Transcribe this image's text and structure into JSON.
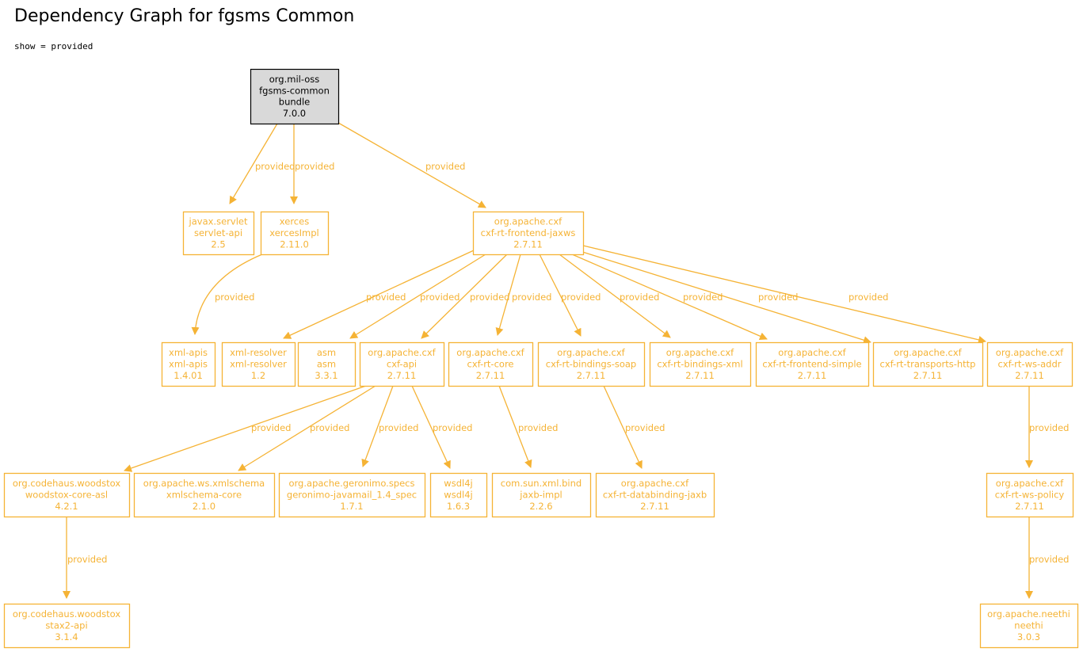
{
  "page": {
    "title": "Dependency Graph for fgsms Common",
    "scope_line": "show = provided"
  },
  "colors": {
    "dependency": "#f5b335",
    "root_fill": "#d9d9d9",
    "root_border": "#000000",
    "root_text": "#000000"
  },
  "graph": {
    "root": "root",
    "nodes": [
      {
        "id": "root",
        "group": "org.mil-oss",
        "artifact": "fgsms-common",
        "type": "bundle",
        "version": "7.0.0"
      },
      {
        "id": "servlet",
        "group": "javax.servlet",
        "artifact": "servlet-api",
        "version": "2.5"
      },
      {
        "id": "xerces",
        "group": "xerces",
        "artifact": "xercesImpl",
        "version": "2.11.0"
      },
      {
        "id": "jaxws",
        "group": "org.apache.cxf",
        "artifact": "cxf-rt-frontend-jaxws",
        "version": "2.7.11"
      },
      {
        "id": "xmlapis",
        "group": "xml-apis",
        "artifact": "xml-apis",
        "version": "1.4.01"
      },
      {
        "id": "xmlresolver",
        "group": "xml-resolver",
        "artifact": "xml-resolver",
        "version": "1.2"
      },
      {
        "id": "asm",
        "group": "asm",
        "artifact": "asm",
        "version": "3.3.1"
      },
      {
        "id": "cxfapi",
        "group": "org.apache.cxf",
        "artifact": "cxf-api",
        "version": "2.7.11"
      },
      {
        "id": "cxfcore",
        "group": "org.apache.cxf",
        "artifact": "cxf-rt-core",
        "version": "2.7.11"
      },
      {
        "id": "bsoap",
        "group": "org.apache.cxf",
        "artifact": "cxf-rt-bindings-soap",
        "version": "2.7.11"
      },
      {
        "id": "bxml",
        "group": "org.apache.cxf",
        "artifact": "cxf-rt-bindings-xml",
        "version": "2.7.11"
      },
      {
        "id": "fsimple",
        "group": "org.apache.cxf",
        "artifact": "cxf-rt-frontend-simple",
        "version": "2.7.11"
      },
      {
        "id": "thttp",
        "group": "org.apache.cxf",
        "artifact": "cxf-rt-transports-http",
        "version": "2.7.11"
      },
      {
        "id": "wsaddr",
        "group": "org.apache.cxf",
        "artifact": "cxf-rt-ws-addr",
        "version": "2.7.11"
      },
      {
        "id": "woodcore",
        "group": "org.codehaus.woodstox",
        "artifact": "woodstox-core-asl",
        "version": "4.2.1"
      },
      {
        "id": "xmlschema",
        "group": "org.apache.ws.xmlschema",
        "artifact": "xmlschema-core",
        "version": "2.1.0"
      },
      {
        "id": "geronimo",
        "group": "org.apache.geronimo.specs",
        "artifact": "geronimo-javamail_1.4_spec",
        "version": "1.7.1"
      },
      {
        "id": "wsdl4j",
        "group": "wsdl4j",
        "artifact": "wsdl4j",
        "version": "1.6.3"
      },
      {
        "id": "jaxbimpl",
        "group": "com.sun.xml.bind",
        "artifact": "jaxb-impl",
        "version": "2.2.6"
      },
      {
        "id": "dbjaxb",
        "group": "org.apache.cxf",
        "artifact": "cxf-rt-databinding-jaxb",
        "version": "2.7.11"
      },
      {
        "id": "wspolicy",
        "group": "org.apache.cxf",
        "artifact": "cxf-rt-ws-policy",
        "version": "2.7.11"
      },
      {
        "id": "stax2",
        "group": "org.codehaus.woodstox",
        "artifact": "stax2-api",
        "version": "3.1.4"
      },
      {
        "id": "neethi",
        "group": "org.apache.neethi",
        "artifact": "neethi",
        "version": "3.0.3"
      }
    ],
    "edges": [
      {
        "from": "root",
        "to": "servlet",
        "label": "provided"
      },
      {
        "from": "root",
        "to": "xerces",
        "label": "provided"
      },
      {
        "from": "root",
        "to": "jaxws",
        "label": "provided"
      },
      {
        "from": "xerces",
        "to": "xmlapis",
        "label": "provided"
      },
      {
        "from": "jaxws",
        "to": "xmlresolver",
        "label": "provided"
      },
      {
        "from": "jaxws",
        "to": "asm",
        "label": "provided"
      },
      {
        "from": "jaxws",
        "to": "cxfapi",
        "label": "provided"
      },
      {
        "from": "jaxws",
        "to": "cxfcore",
        "label": "provided"
      },
      {
        "from": "jaxws",
        "to": "bsoap",
        "label": "provided"
      },
      {
        "from": "jaxws",
        "to": "bxml",
        "label": "provided"
      },
      {
        "from": "jaxws",
        "to": "fsimple",
        "label": "provided"
      },
      {
        "from": "jaxws",
        "to": "thttp",
        "label": "provided"
      },
      {
        "from": "jaxws",
        "to": "wsaddr",
        "label": "provided"
      },
      {
        "from": "cxfapi",
        "to": "woodcore",
        "label": "provided"
      },
      {
        "from": "cxfapi",
        "to": "xmlschema",
        "label": "provided"
      },
      {
        "from": "cxfapi",
        "to": "geronimo",
        "label": "provided"
      },
      {
        "from": "cxfapi",
        "to": "wsdl4j",
        "label": "provided"
      },
      {
        "from": "cxfcore",
        "to": "jaxbimpl",
        "label": "provided"
      },
      {
        "from": "bsoap",
        "to": "dbjaxb",
        "label": "provided"
      },
      {
        "from": "wsaddr",
        "to": "wspolicy",
        "label": "provided"
      },
      {
        "from": "woodcore",
        "to": "stax2",
        "label": "provided"
      },
      {
        "from": "wspolicy",
        "to": "neethi",
        "label": "provided"
      }
    ]
  }
}
